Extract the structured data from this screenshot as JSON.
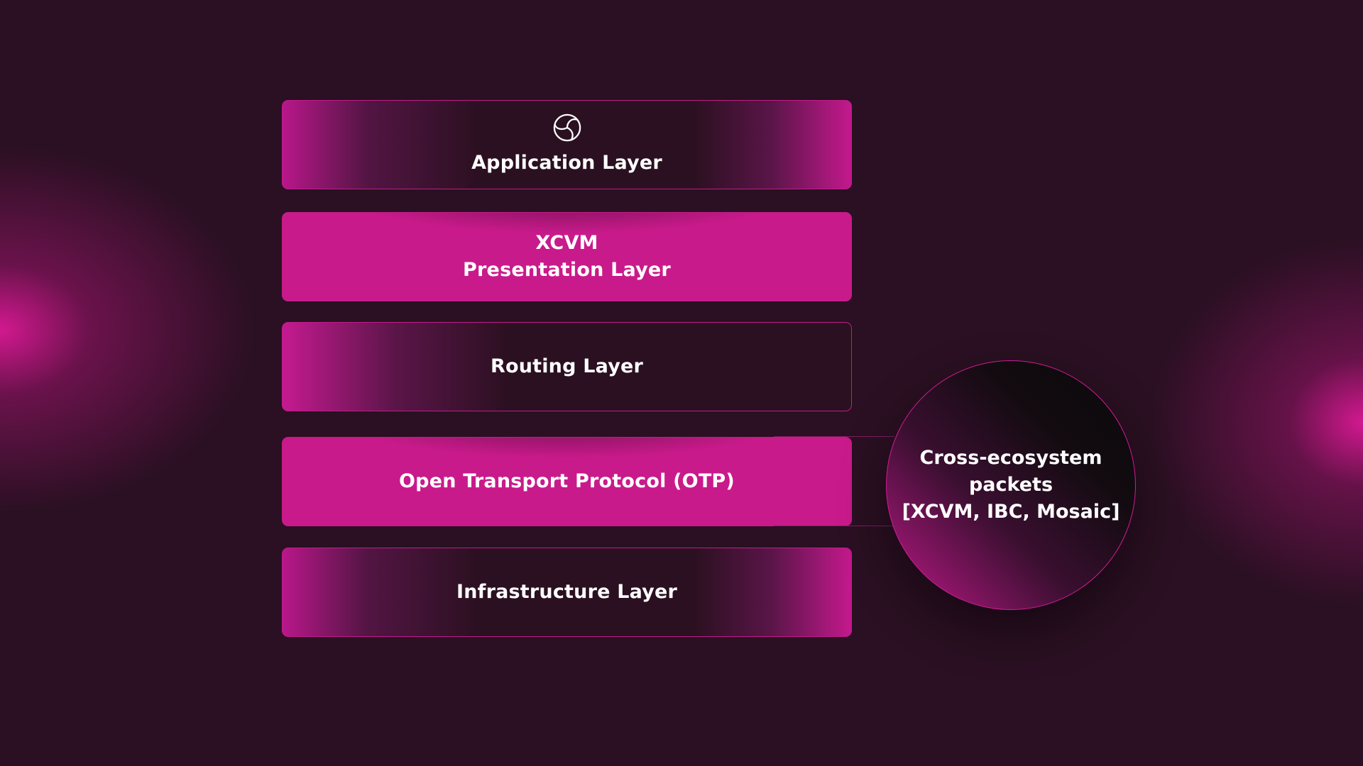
{
  "layers": {
    "application": {
      "label": "Application Layer",
      "icon": "composable-logo-icon"
    },
    "presentation": {
      "line1": "XCVM",
      "line2": "Presentation Layer"
    },
    "routing": {
      "label": "Routing Layer"
    },
    "otp": {
      "label": "Open Transport Protocol (OTP)"
    },
    "infrastructure": {
      "label": "Infrastructure Layer"
    }
  },
  "packets": {
    "line1": "Cross-ecosystem",
    "line2": "packets",
    "line3": "[XCVM, IBC, Mosaic]"
  },
  "colors": {
    "background": "#2a1022",
    "accent": "#c91a8b",
    "text": "#ffffff"
  }
}
